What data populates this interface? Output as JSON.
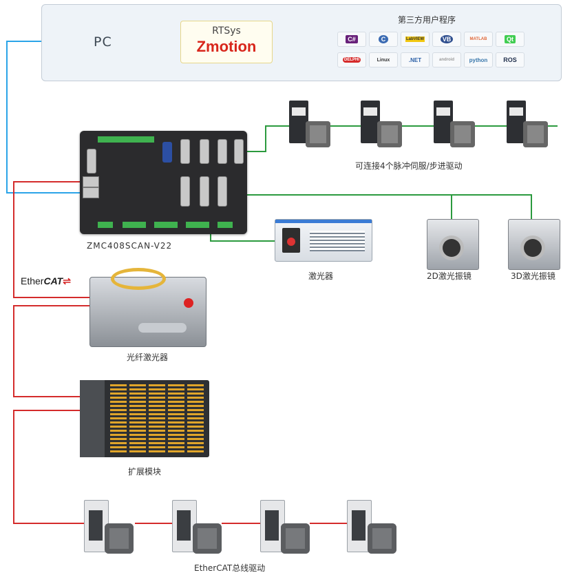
{
  "pc": {
    "label": "PC",
    "software_brand_top": "RTSys",
    "software_brand_main": "Zmotion",
    "third_party_title": "第三方用户程序",
    "third_party_logos": [
      {
        "name": "C#",
        "color": "#68217a"
      },
      {
        "name": "C",
        "color": "#3b6bb3"
      },
      {
        "name": "LabVIEW",
        "color": "#f2c811"
      },
      {
        "name": "VB",
        "color": "#2f4f8f"
      },
      {
        "name": "MATLAB",
        "color": "#e16737"
      },
      {
        "name": "Qt",
        "color": "#41cd52"
      },
      {
        "name": "DELPHI",
        "color": "#d62b2b"
      },
      {
        "name": "Linux",
        "color": "#222222"
      },
      {
        "name": ".NET",
        "color": "#2a5ea6"
      },
      {
        "name": "android",
        "color": "#9a9a9a"
      },
      {
        "name": "python",
        "color": "#3776ab"
      },
      {
        "name": "ROS",
        "color": "#22314e"
      }
    ]
  },
  "controller": {
    "model": "ZMC408SCAN-V22"
  },
  "pulse_servos": {
    "caption": "可连接4个脉冲伺服/步进驱动"
  },
  "laser": {
    "caption": "激光器"
  },
  "galvo_2d": {
    "caption": "2D激光振镜"
  },
  "galvo_3d": {
    "caption": "3D激光振镜"
  },
  "ethercat": {
    "logo_text": "Ether",
    "logo_bold": "CAT",
    "logo_mark": "⇌"
  },
  "fiber_laser": {
    "caption": "光纤激光器"
  },
  "expansion": {
    "caption": "扩展模块"
  },
  "ethercat_drives": {
    "caption": "EtherCAT总线驱动"
  },
  "colors": {
    "ethernet_blue": "#2aa4e8",
    "ethercat_red": "#d42b2b",
    "signal_green": "#2b9a3e"
  }
}
